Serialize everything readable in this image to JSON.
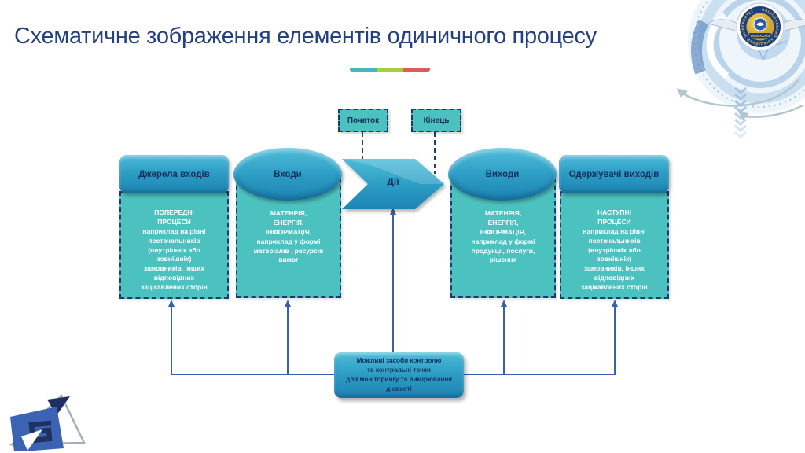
{
  "slide": {
    "title": "Схематичне зображення елементів одиничного процесу"
  },
  "flow": {
    "start_label": "Початок",
    "end_label": "Кінець",
    "action_label": "Дії",
    "control_box_text": "Можливі  засоби  контролю\nта контрольні  точки\nдля моніторингу  та вимірювання\nдієвості"
  },
  "columns": [
    {
      "header": "Джерела входів",
      "shape": "rounded-rect",
      "body": "ПОПЕРЕДНІ\nПРОЦЕСИ\nнаприклад  на  рівні\nпостачальників\n(внутрішніх  або\nзовнішніх)\nзамовників,  інших\nвідповідних\nзацікавлених  сторін"
    },
    {
      "header": "Входи",
      "shape": "ellipse",
      "body": "МАТЕНРІЯ,\nЕНЕРГІЯ,\nІНФОРМАЦІЯ,\nнаприклад  у  формі\nматеріалів  , ресурсів\nвимог"
    },
    {
      "header": "Виходи",
      "shape": "ellipse",
      "body": "МАТЕНРІЯ,\nЕНЕРГІЯ,\nІНФОРМАЦІЯ,\nнаприклад  у  формі\nпродукції,  послуги,\nрішення"
    },
    {
      "header": "Одержувачі  виходів",
      "shape": "rounded-rect",
      "body": "НАСТУПНІ\nПРОЦЕСИ\nнаприклад  на  рівні\nпостачальників\n(внутрішніх  або\nзовнішніх)\nзамовників,  інших\nвідповідних\nзацікавлених  сторін"
    }
  ],
  "university_emblem": {
    "ring_text": "НАЦІОНАЛЬНИЙ  АВІАЦІЙНИЙ  УНІВЕРСИТЕТ",
    "year_label": "MCMXXXIII"
  },
  "colors": {
    "title_text": "#24407e",
    "shape_gradient_top": "#4ebcd9",
    "shape_gradient_bottom": "#1d84b2",
    "body_fill": "#4cc2c0",
    "body_border": "#20396b",
    "body_text": "#ffffff",
    "shape_label_text": "#14325f",
    "connector": "#3b5fa8",
    "divider_teal": "#45b8bc",
    "divider_green": "#a6cf38",
    "divider_red": "#e05a5a"
  }
}
